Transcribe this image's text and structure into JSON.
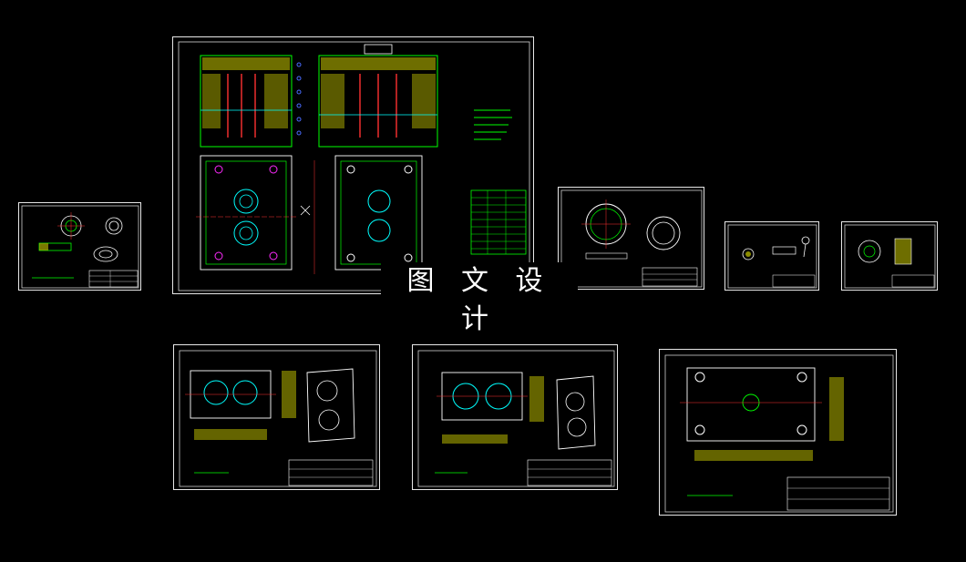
{
  "canvas": {
    "background": "#000000"
  },
  "watermark": {
    "text": "图 文 设 计"
  },
  "colors": {
    "frame": "#e8e8e8",
    "section": "#00ff00",
    "hatch": "#c8c800",
    "center": "#ff3030",
    "part": "#00ffff",
    "dim": "#4a6cff",
    "pin": "#ff2aff",
    "title": "#ffffff"
  },
  "sheets": [
    {
      "id": "sheet-ring-small"
    },
    {
      "id": "sheet-assembly-main"
    },
    {
      "id": "sheet-ring-medium"
    },
    {
      "id": "sheet-part-a"
    },
    {
      "id": "sheet-part-b"
    },
    {
      "id": "sheet-cavity-plate-1"
    },
    {
      "id": "sheet-cavity-plate-2"
    },
    {
      "id": "sheet-base-plate"
    }
  ]
}
